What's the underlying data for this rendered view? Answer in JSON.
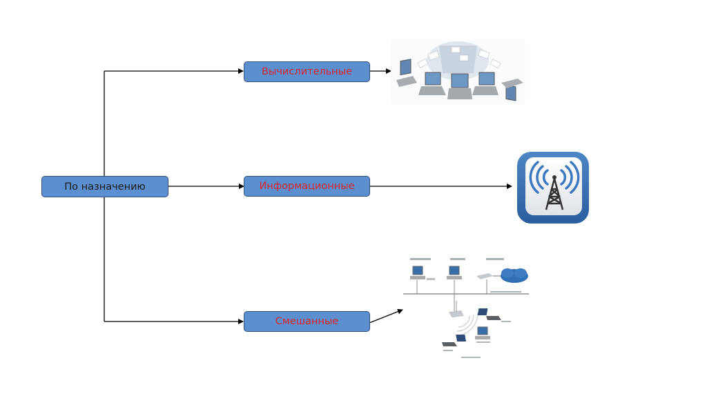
{
  "diagram": {
    "root": {
      "label": "По назначению"
    },
    "children": [
      {
        "label": "Вычислительные",
        "illustration": "laptops-network-icon"
      },
      {
        "label": "Информационные",
        "illustration": "wireless-tower-icon"
      },
      {
        "label": "Смешанные",
        "illustration": "network-topology-icon"
      }
    ]
  },
  "colors": {
    "box_fill": "#5b8fd0",
    "box_border": "#2f4f7a",
    "child_text": "#e0242c",
    "root_text": "#1a1a1a",
    "connector": "#000000"
  }
}
